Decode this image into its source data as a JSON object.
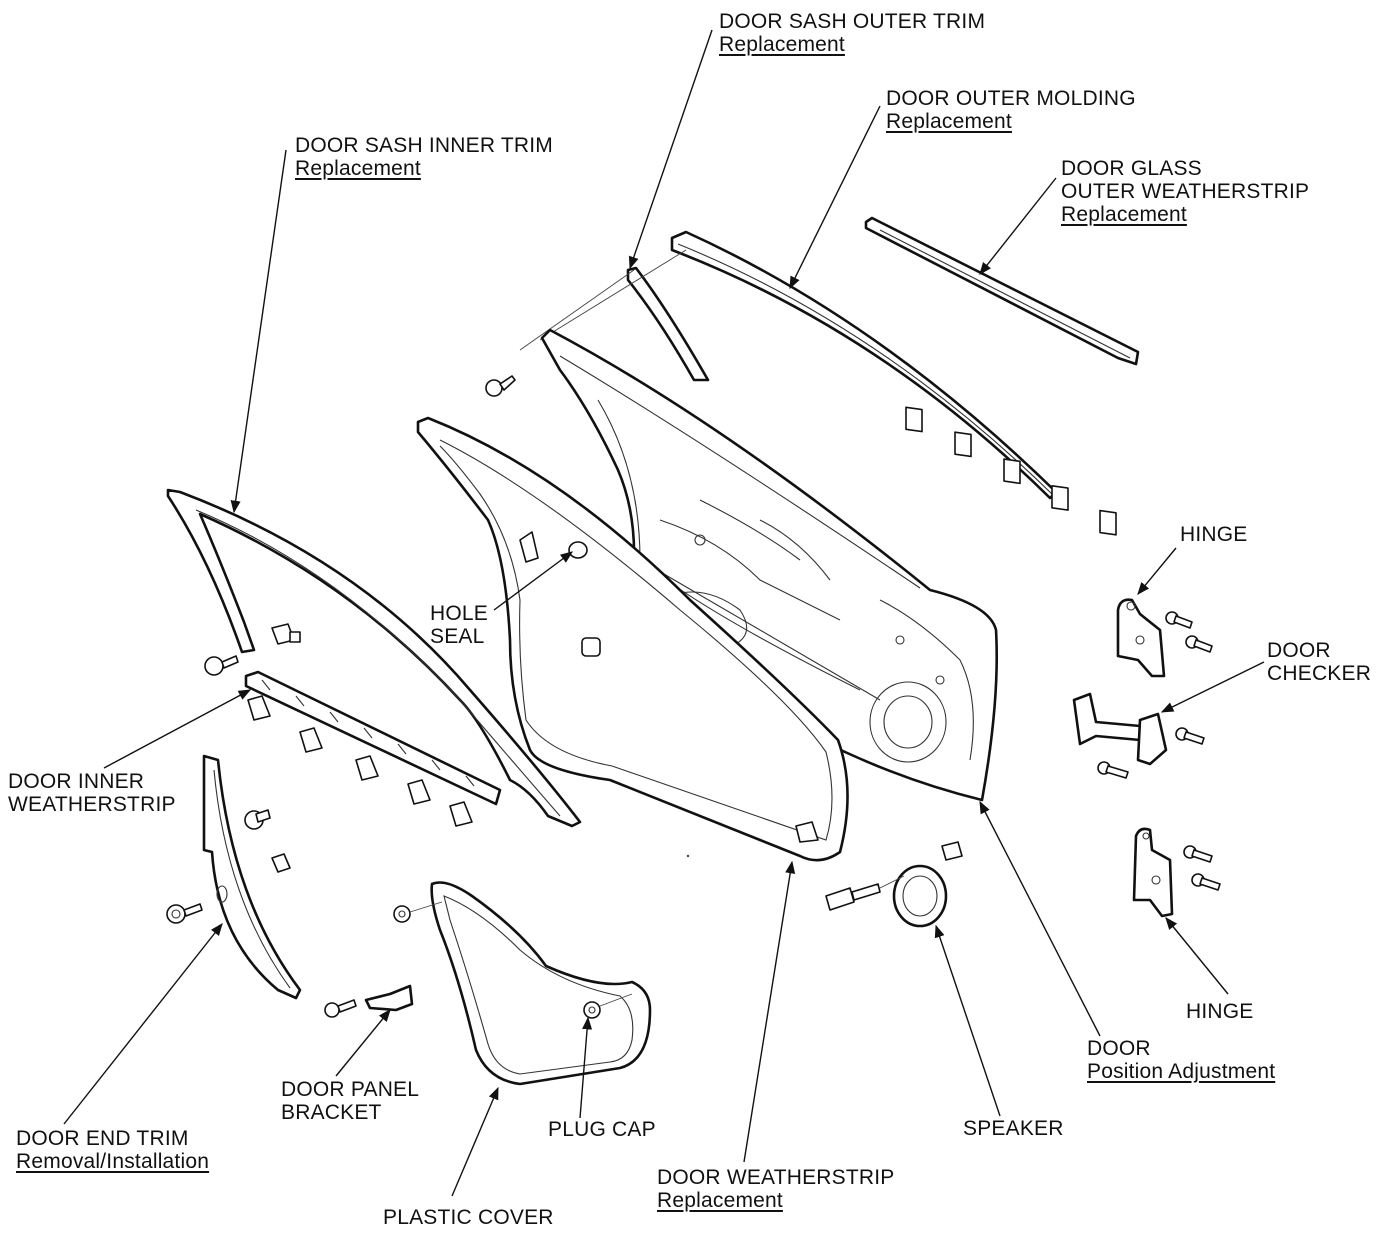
{
  "labels": {
    "sash_outer_trim": {
      "title": "DOOR SASH OUTER TRIM",
      "link": "Replacement"
    },
    "outer_molding": {
      "title": "DOOR OUTER MOLDING",
      "link": "Replacement"
    },
    "sash_inner_trim": {
      "title": "DOOR SASH INNER TRIM",
      "link": "Replacement"
    },
    "glass_outer_weatherstrip": {
      "title_line1": "DOOR GLASS",
      "title_line2": "OUTER WEATHERSTRIP",
      "link": "Replacement"
    },
    "hinge_upper": {
      "title": "HINGE"
    },
    "door_checker": {
      "title_line1": "DOOR",
      "title_line2": "CHECKER"
    },
    "hole_seal": {
      "title_line1": "HOLE",
      "title_line2": "SEAL"
    },
    "inner_weatherstrip": {
      "title_line1": "DOOR INNER",
      "title_line2": "WEATHERSTRIP"
    },
    "hinge_lower": {
      "title": "HINGE"
    },
    "door": {
      "title": "DOOR",
      "link": "Position Adjustment"
    },
    "panel_bracket": {
      "title_line1": "DOOR PANEL",
      "title_line2": "BRACKET"
    },
    "plug_cap": {
      "title": "PLUG CAP"
    },
    "speaker": {
      "title": "SPEAKER"
    },
    "end_trim": {
      "title": "DOOR END TRIM",
      "link": "Removal/Installation"
    },
    "door_weatherstrip": {
      "title": "DOOR WEATHERSTRIP",
      "link": "Replacement"
    },
    "plastic_cover": {
      "title": "PLASTIC COVER"
    }
  },
  "colors": {
    "line": "#111111",
    "background": "#ffffff"
  }
}
